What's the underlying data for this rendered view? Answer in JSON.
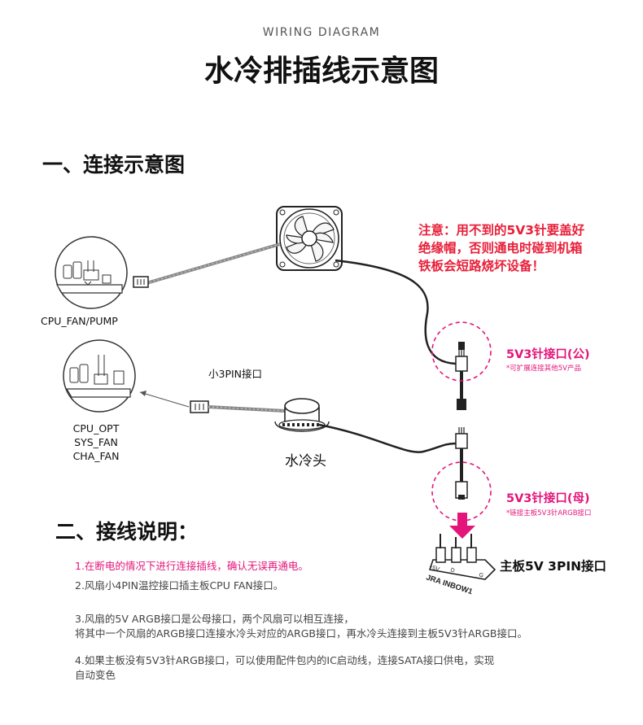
{
  "header": {
    "kicker": "WIRING DIAGRAM",
    "title": "水冷排插线示意图"
  },
  "sections": {
    "connection": "一、连接示意图",
    "instructions": "二、接线说明："
  },
  "diagram": {
    "cpu_fan_label": "CPU_FAN/PUMP",
    "opt_labels": [
      "CPU_OPT",
      "SYS_FAN",
      "CHA_FAN"
    ],
    "small_3pin_label": "小3PIN接口",
    "pump_label": "水冷头",
    "warning_lines": [
      "注意：用不到的5V3针要盖好",
      "绝缘帽，否则通电时碰到机箱",
      "铁板会短路烧坏设备！"
    ],
    "male_port": {
      "title": "5V3针接口(公)",
      "note": "*可扩展连接其他5V产品"
    },
    "female_port": {
      "title": "5V3针接口(母)",
      "note": "*链接主板5V3针ARGB接口"
    },
    "board_header_label": "主板5V 3PIN接口",
    "header_pins": [
      "+5V",
      "D",
      "",
      "G"
    ],
    "header_silkscreen": "JRA INBOW1"
  },
  "notes": [
    {
      "text": "1.在断电的情况下进行连接插线，确认无误再通电。",
      "highlight": true
    },
    {
      "text": "2.风扇小4PIN温控接口插主板CPU FAN接口。",
      "highlight": false
    },
    {
      "text": "3.风扇的5V ARGB接口是公母接口，两个风扇可以相互连接，",
      "highlight": false
    },
    {
      "text": "将其中一个风扇的ARGB接口连接水冷头对应的ARGB接口，再水冷头连接到主板5V3针ARGB接口。",
      "highlight": false
    },
    {
      "text": "4.如果主板没有5V3针ARGB接口，可以使用配件包内的IC启动线，连接SATA接口供电，实现",
      "highlight": false
    },
    {
      "text": "自动变色",
      "highlight": false
    }
  ],
  "colors": {
    "warning": "#e8203a",
    "accent_pink": "#e3157a",
    "text_dark": "#111111"
  }
}
